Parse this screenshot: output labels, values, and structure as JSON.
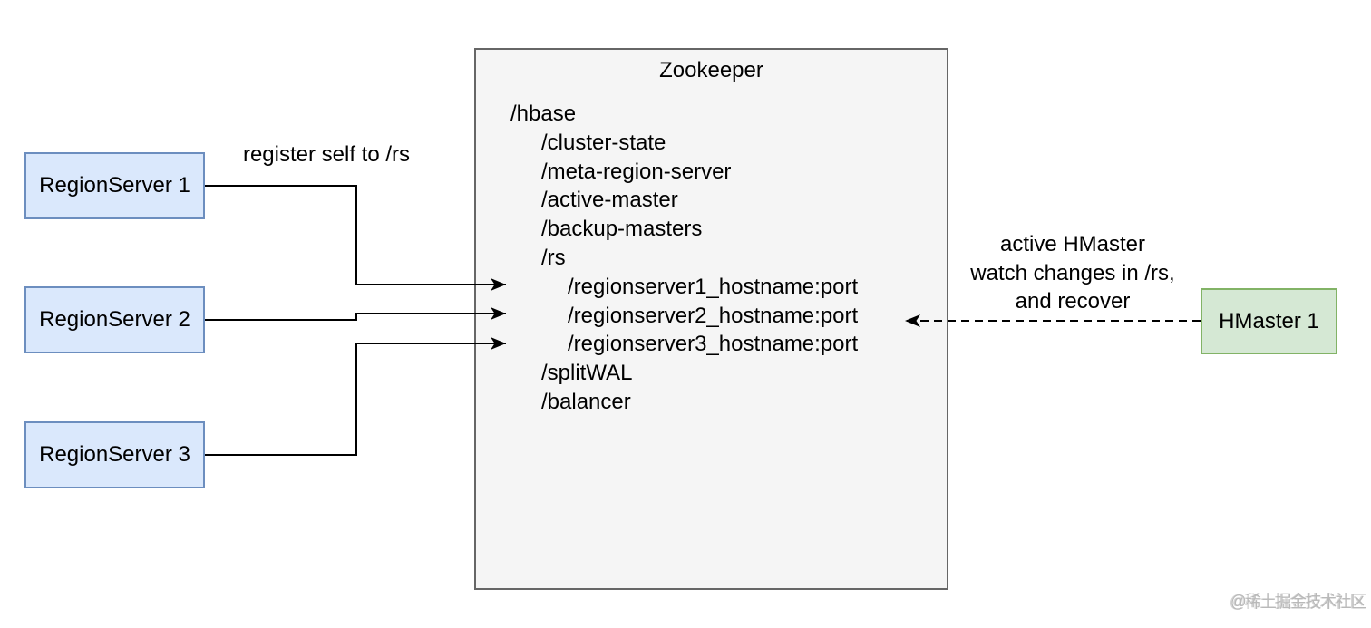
{
  "region_servers": [
    {
      "label": "RegionServer 1"
    },
    {
      "label": "RegionServer 2"
    },
    {
      "label": "RegionServer 3"
    }
  ],
  "zookeeper": {
    "title": "Zookeeper",
    "tree": [
      {
        "text": "/hbase",
        "level": 0
      },
      {
        "text": "/cluster-state",
        "level": 1
      },
      {
        "text": "/meta-region-server",
        "level": 1
      },
      {
        "text": "/active-master",
        "level": 1
      },
      {
        "text": "/backup-masters",
        "level": 1
      },
      {
        "text": "/rs",
        "level": 1
      },
      {
        "text": "/regionserver1_hostname:port",
        "level": 2
      },
      {
        "text": "/regionserver2_hostname:port",
        "level": 2
      },
      {
        "text": "/regionserver3_hostname:port",
        "level": 2
      },
      {
        "text": "/splitWAL",
        "level": 1
      },
      {
        "text": "/balancer",
        "level": 1
      }
    ]
  },
  "hmaster": {
    "label": "HMaster 1"
  },
  "annotations": {
    "register_label": "register self to /rs",
    "watch_lines": [
      "active HMaster",
      "watch changes in /rs,",
      "and recover"
    ]
  },
  "watermark": "@稀土掘金技术社区",
  "colors": {
    "region_server_fill": "#dae8fc",
    "region_server_border": "#6c8ebf",
    "zookeeper_fill": "#f5f5f5",
    "zookeeper_border": "#666666",
    "hmaster_fill": "#d5e8d4",
    "hmaster_border": "#82b366",
    "connector": "#000000",
    "watermark_text": "#b9b9b9"
  }
}
